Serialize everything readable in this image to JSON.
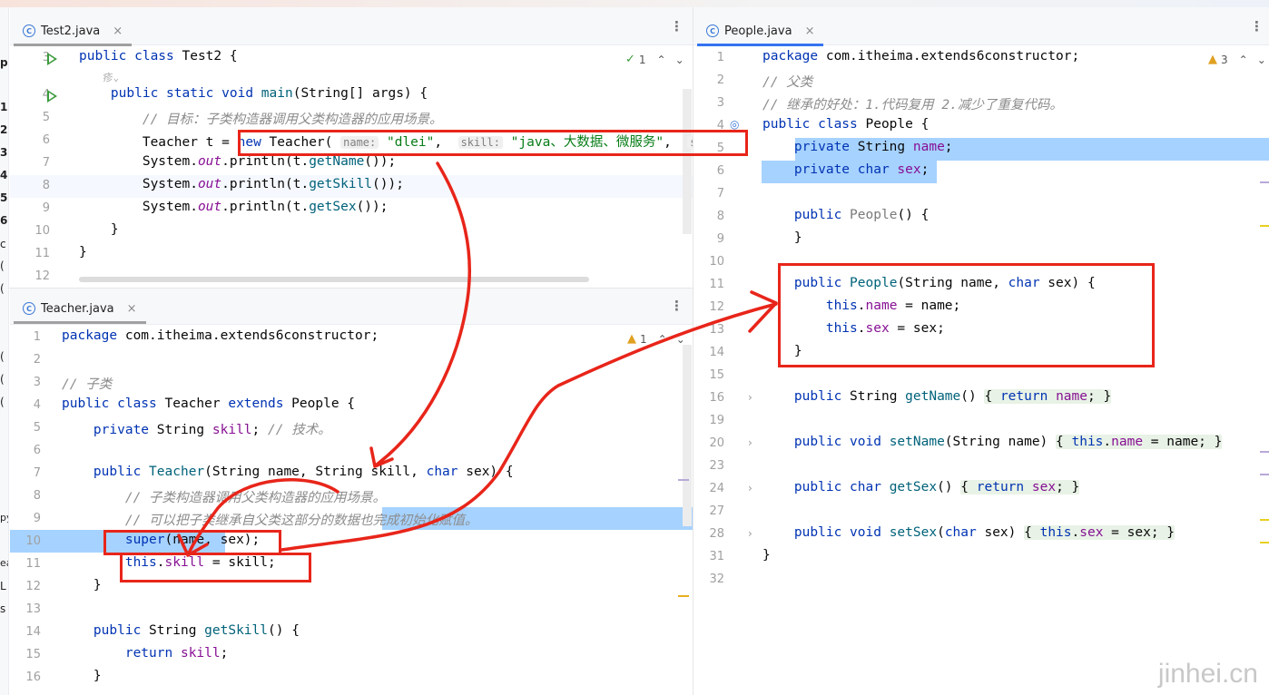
{
  "left_edge_chars": [
    "p",
    "1",
    "2",
    "3",
    "4",
    "5",
    "6",
    "c",
    "(",
    "(",
    "(",
    "(",
    "(",
    "py",
    "ea",
    "L",
    "s"
  ],
  "test2_pane": {
    "tab": {
      "icon_letter": "C",
      "label": "Test2.java",
      "close": "×"
    },
    "kebab": "⋮",
    "indicator": {
      "icon": "check-icon",
      "count": "1",
      "up": "⌃",
      "down": "⌄"
    },
    "lines": [
      {
        "num": "3",
        "code": "public class Test2 {"
      },
      {
        "num": "",
        "code": "    疹⌄"
      },
      {
        "num": "4",
        "code": "    public static void main(String[] args) {"
      },
      {
        "num": "5",
        "code": "        // 目标：子类构造器调用父类构造器的应用场景。"
      },
      {
        "num": "6",
        "code": "        Teacher t = new Teacher( name: \"dlei\",  skill: \"java、大数据、微服务\",  se"
      },
      {
        "num": "7",
        "code": "        System.out.println(t.getName());"
      },
      {
        "num": "8",
        "code": "        System.out.println(t.getSkill());"
      },
      {
        "num": "9",
        "code": "        System.out.println(t.getSex());"
      },
      {
        "num": "10",
        "code": "    }"
      },
      {
        "num": "11",
        "code": "}"
      },
      {
        "num": "12",
        "code": ""
      }
    ],
    "hint_name": "name:",
    "hint_skill": "skill:",
    "hint_se": "se"
  },
  "teacher_pane": {
    "tab": {
      "icon_letter": "C",
      "label": "Teacher.java",
      "close": "×"
    },
    "kebab": "⋮",
    "indicator": {
      "icon": "warning-icon",
      "count": "1",
      "up": "⌃",
      "down": "⌄"
    },
    "lines": [
      {
        "num": "1",
        "code": "package com.itheima.extends6constructor;"
      },
      {
        "num": "2",
        "code": ""
      },
      {
        "num": "3",
        "code": "// 子类"
      },
      {
        "num": "4",
        "code": "public class Teacher extends People {"
      },
      {
        "num": "5",
        "code": "    private String skill; // 技术。"
      },
      {
        "num": "6",
        "code": ""
      },
      {
        "num": "7",
        "code": "    public Teacher(String name, String skill, char sex) {"
      },
      {
        "num": "8",
        "code": "        // 子类构造器调用父类构造器的应用场景。"
      },
      {
        "num": "9",
        "code": "        // 可以把子类继承自父类这部分的数据也完成初始化赋值。"
      },
      {
        "num": "10",
        "code": "        super(name, sex);"
      },
      {
        "num": "11",
        "code": "        this.skill = skill;"
      },
      {
        "num": "12",
        "code": "    }"
      },
      {
        "num": "13",
        "code": ""
      },
      {
        "num": "14",
        "code": "    public String getSkill() {"
      },
      {
        "num": "15",
        "code": "        return skill;"
      },
      {
        "num": "16",
        "code": "    }"
      }
    ]
  },
  "people_pane": {
    "tab": {
      "icon_letter": "C",
      "label": "People.java",
      "close": "×"
    },
    "kebab": "⋮",
    "indicator": {
      "icon": "warning-icon",
      "count": "3",
      "up": "⌃",
      "down": "⌄"
    },
    "lines": [
      {
        "num": "1",
        "code": "package com.itheima.extends6constructor;"
      },
      {
        "num": "2",
        "code": "// 父类"
      },
      {
        "num": "3",
        "code": "// 继承的好处：1.代码复用 2.减少了重复代码。"
      },
      {
        "num": "4",
        "code": "public class People {"
      },
      {
        "num": "5",
        "code": "    private String name;"
      },
      {
        "num": "6",
        "code": "    private char sex;"
      },
      {
        "num": "7",
        "code": ""
      },
      {
        "num": "8",
        "code": "    public People() {"
      },
      {
        "num": "9",
        "code": "    }"
      },
      {
        "num": "10",
        "code": ""
      },
      {
        "num": "11",
        "code": "    public People(String name, char sex) {"
      },
      {
        "num": "12",
        "code": "        this.name = name;"
      },
      {
        "num": "13",
        "code": "        this.sex = sex;"
      },
      {
        "num": "14",
        "code": "    }"
      },
      {
        "num": "15",
        "code": ""
      },
      {
        "num": "16",
        "code": "    public String getName() { return name; }"
      },
      {
        "num": "19",
        "code": ""
      },
      {
        "num": "20",
        "code": "    public void setName(String name) { this.name = name; }"
      },
      {
        "num": "23",
        "code": ""
      },
      {
        "num": "24",
        "code": "    public char getSex() { return sex; }"
      },
      {
        "num": "27",
        "code": ""
      },
      {
        "num": "28",
        "code": "    public void setSex(char sex) { this.sex = sex; }"
      },
      {
        "num": "31",
        "code": "}"
      },
      {
        "num": "32",
        "code": ""
      }
    ]
  },
  "watermark": "jinhei.cn",
  "colors": {
    "keyword": "#0033b3",
    "comment": "#8c8c8c",
    "string": "#067d17",
    "field": "#871094",
    "method": "#00627a",
    "selection": "#a6d2ff",
    "annotation": "#e8251a",
    "active_tab": "#3574f0",
    "inactive_tab": "#a0a0a0"
  }
}
